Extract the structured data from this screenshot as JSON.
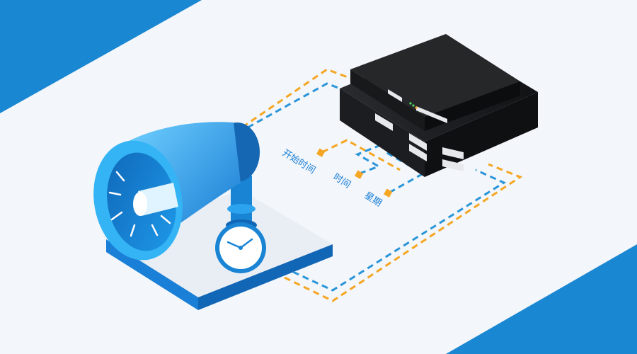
{
  "labels": {
    "start_time": "开始时间",
    "time": "时间",
    "weekday": "星期"
  },
  "colors": {
    "corner_blue": "#1a87d2",
    "dash_orange": "#f5a623",
    "dash_blue": "#2a95d8",
    "label_blue": "#1a7fd6",
    "device_black": "#1e1f22",
    "speaker_blue": "#1e8fe0",
    "platform_top": "#e9eef5",
    "platform_side": "#1a7fd6"
  },
  "icons": [
    "horn-speaker-icon",
    "clock-icon",
    "ip-pbx-device-icon"
  ]
}
